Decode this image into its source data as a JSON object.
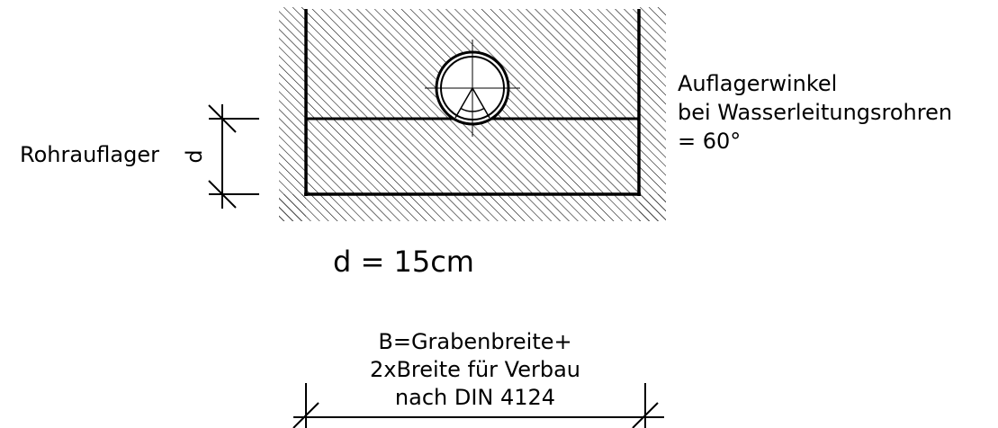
{
  "labels": {
    "support_angle_line1": "Auflagerwinkel",
    "support_angle_line2": "bei Wasserleitungsrohren",
    "support_angle_line3": "= 60°",
    "pipe_bedding": "Rohrauflager",
    "d_symbol": "d",
    "d_equation": "d = 15cm",
    "width_line1": "B=Grabenbreite+",
    "width_line2": "2xBreite für Verbau",
    "width_line3": "nach DIN 4124"
  },
  "colors": {
    "ink": "#000000",
    "background": "#ffffff"
  }
}
